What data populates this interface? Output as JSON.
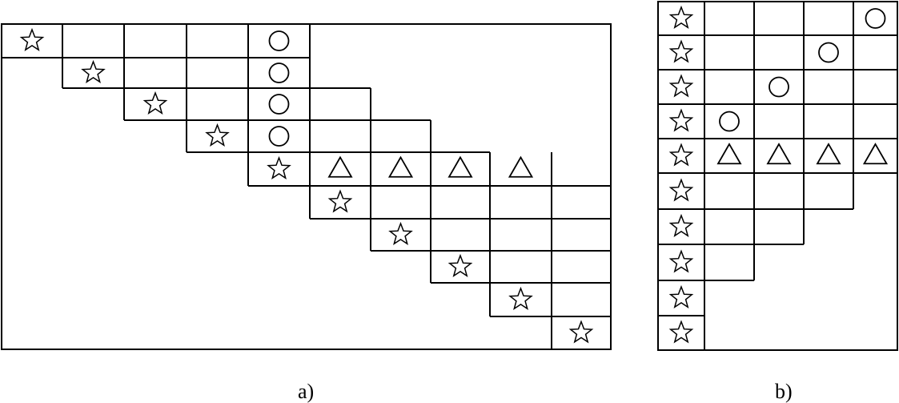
{
  "captions": {
    "a": "a)",
    "b": "b)"
  },
  "panel_a": {
    "rows": [
      {
        "symbol": "star-icon",
        "extras": [
          {
            "col": 4,
            "symbol": "circle-icon"
          }
        ]
      },
      {
        "symbol": "star-icon",
        "extras": [
          {
            "col": 4,
            "symbol": "circle-icon"
          }
        ]
      },
      {
        "symbol": "star-icon",
        "extras": [
          {
            "col": 4,
            "symbol": "circle-icon"
          }
        ]
      },
      {
        "symbol": "star-icon",
        "extras": [
          {
            "col": 4,
            "symbol": "circle-icon"
          }
        ]
      },
      {
        "symbol": "star-icon",
        "extras": [
          {
            "col": 5,
            "symbol": "triangle-icon"
          },
          {
            "col": 6,
            "symbol": "triangle-icon"
          },
          {
            "col": 7,
            "symbol": "triangle-icon"
          },
          {
            "col": 8,
            "symbol": "triangle-icon"
          }
        ]
      },
      {
        "symbol": "star-icon",
        "extras": []
      },
      {
        "symbol": "star-icon",
        "extras": []
      },
      {
        "symbol": "star-icon",
        "extras": []
      },
      {
        "symbol": "star-icon",
        "extras": []
      },
      {
        "symbol": "star-icon",
        "extras": []
      }
    ]
  },
  "panel_b": {
    "row_count": 10,
    "col_count": 5,
    "star_column": 0,
    "circles": [
      {
        "row": 0,
        "col": 4
      },
      {
        "row": 1,
        "col": 3
      },
      {
        "row": 2,
        "col": 2
      },
      {
        "row": 3,
        "col": 1
      }
    ],
    "triangles": [
      {
        "row": 4,
        "col": 1
      },
      {
        "row": 4,
        "col": 2
      },
      {
        "row": 4,
        "col": 3
      },
      {
        "row": 4,
        "col": 4
      }
    ]
  }
}
